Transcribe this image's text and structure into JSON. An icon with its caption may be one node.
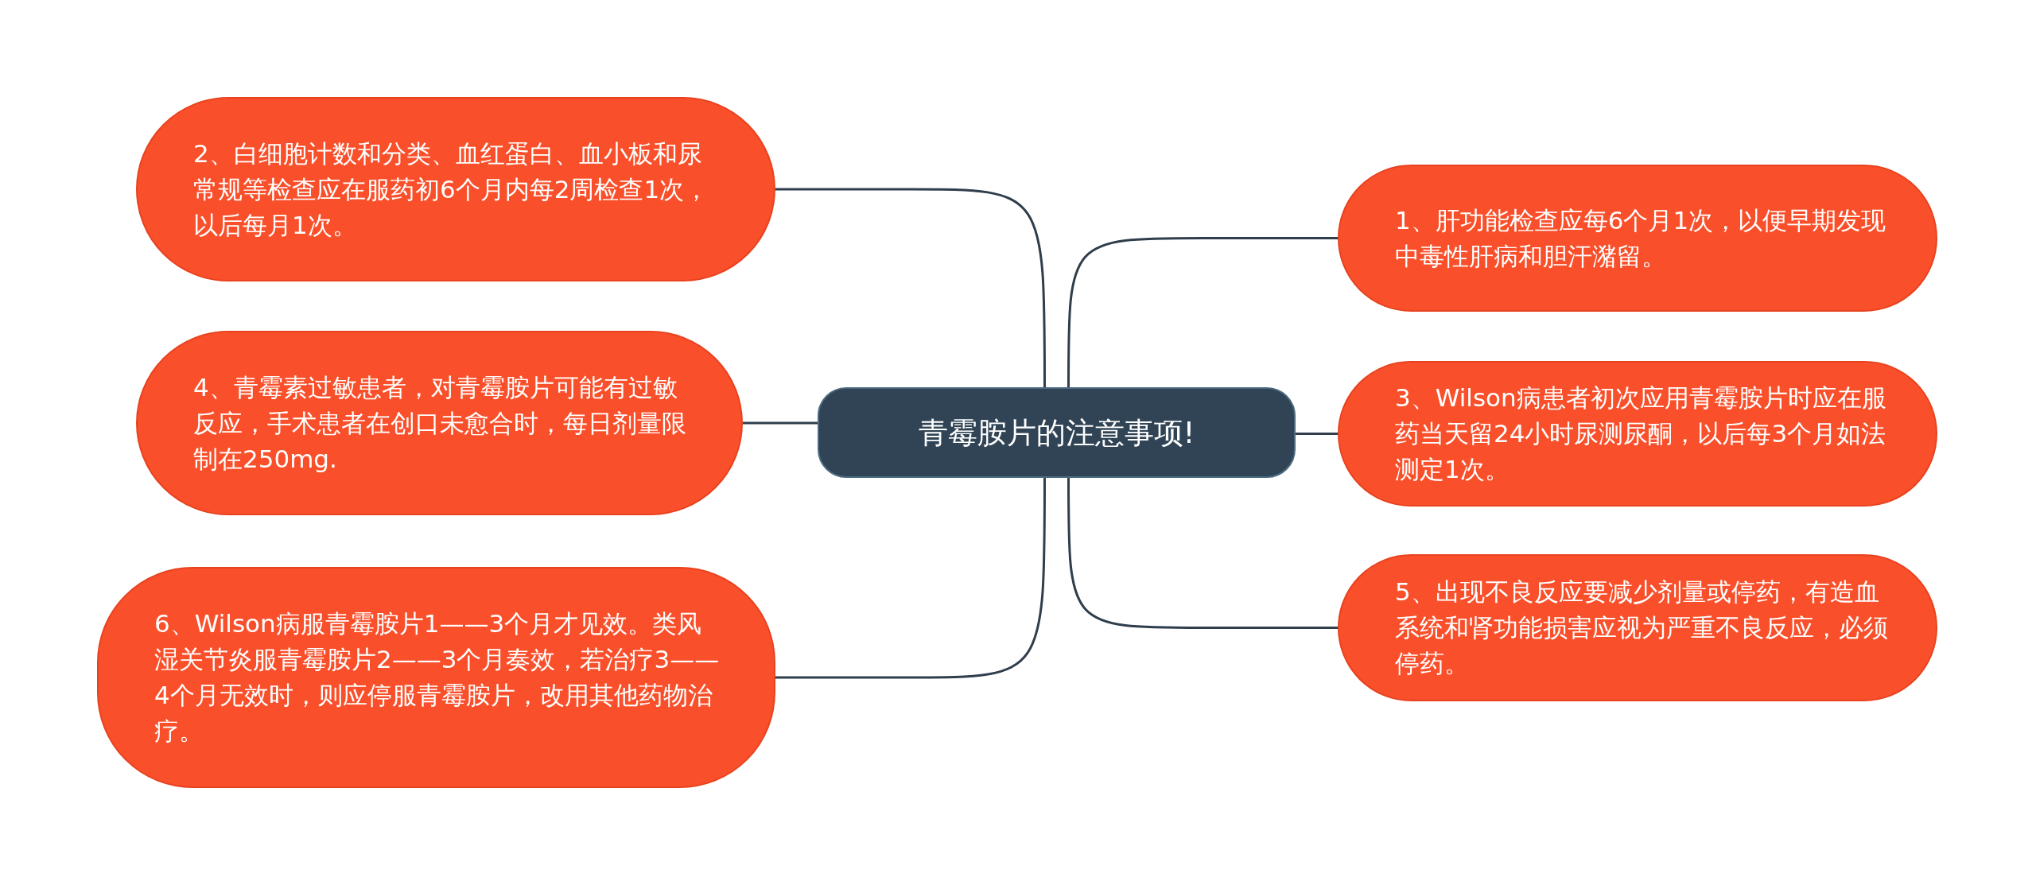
{
  "diagram": {
    "nodes": [
      {
        "text": [
          "青霉胺片的注意事项!"
        ]
      },
      {
        "text": [
          "2、白细胞计数和分类、血红蛋白、血小板和尿常规等检查应在服药初6个月内每2周检查1次，以后每月1次。"
        ]
      },
      {
        "text": [
          "1、肝功能检查应每6个月1次，以便早期发现中毒性肝病和胆汗潴留。"
        ]
      },
      {
        "text": [
          "4、青霉素过敏患者，对青霉胺片可能有过敏反应，手术患者在创口未愈合时，每日剂量限制在250mg."
        ]
      },
      {
        "text": [
          "3、Wilson病患者初次应用青霉胺片时应在服药当天留24小时尿测尿酮，以后每3个月如法测定1次。"
        ]
      },
      {
        "text": [
          "6、Wilson病服青霉胺片1——3个月才见效。类风湿关节炎服青霉胺片2——3个月奏效，若治疗3——4个月无效时，则应停服青霉胺片，改用其他药物治疗。"
        ]
      },
      {
        "text": [
          "5、出现不良反应要减少剂量或停药，有造血系统和肾功能损害应视为严重不良反应，必须停药。"
        ]
      }
    ],
    "edges": [
      {
        "from": 0,
        "to": 1,
        "arrow": "none"
      },
      {
        "from": 0,
        "to": 2,
        "arrow": "none"
      },
      {
        "from": 0,
        "to": 3,
        "arrow": "none"
      },
      {
        "from": 0,
        "to": 4,
        "arrow": "none"
      },
      {
        "from": 0,
        "to": 5,
        "arrow": "none"
      },
      {
        "from": 0,
        "to": 6,
        "arrow": "none"
      }
    ]
  }
}
